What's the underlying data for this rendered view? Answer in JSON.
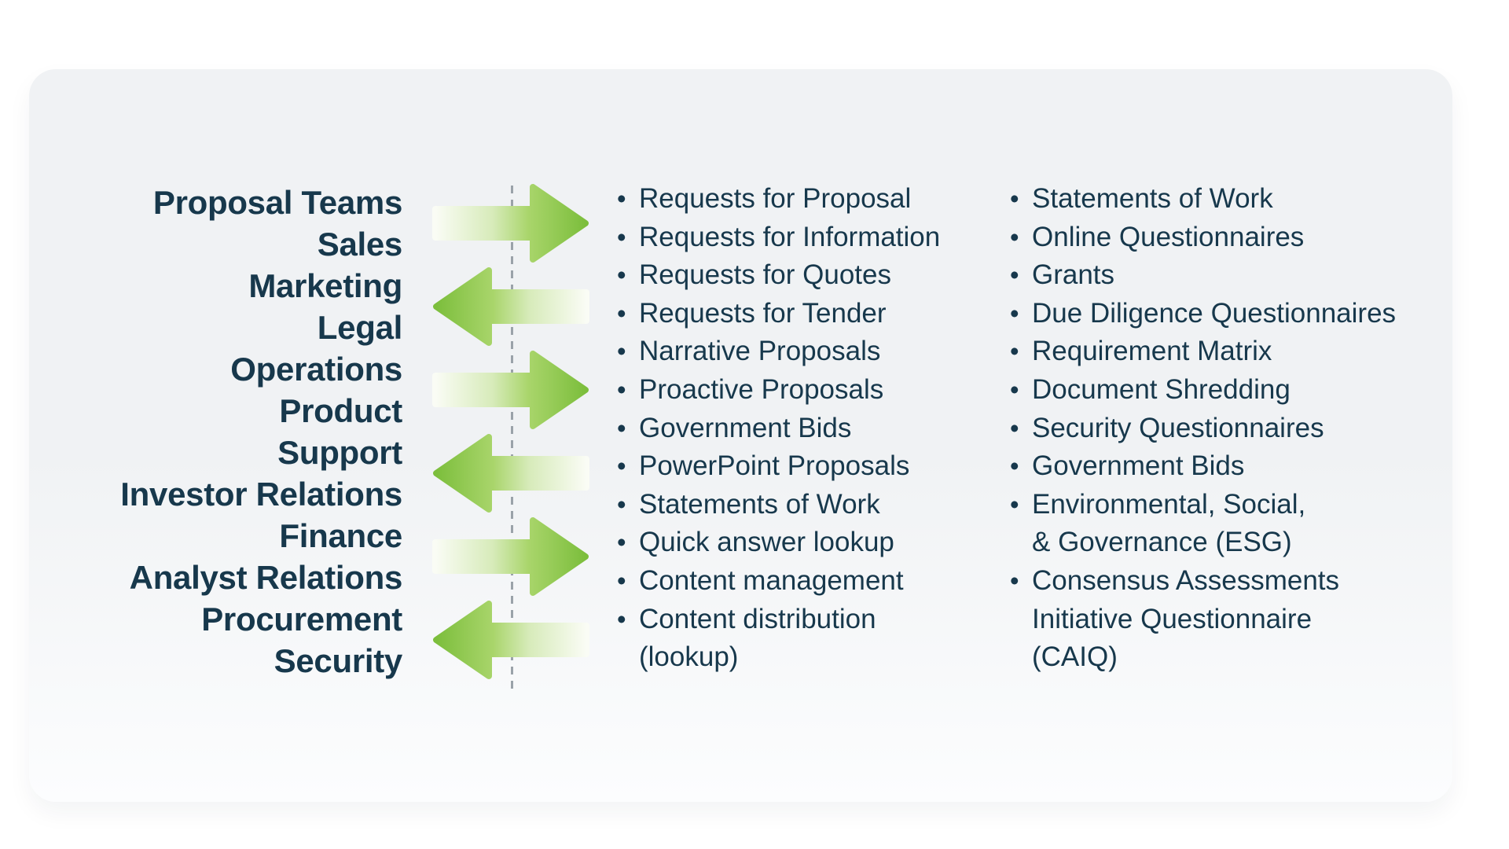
{
  "teams": [
    "Proposal Teams",
    "Sales",
    "Marketing",
    "Legal",
    "Operations",
    "Product",
    "Support",
    "Investor Relations",
    "Finance",
    "Analyst Relations",
    "Procurement",
    "Security"
  ],
  "arrows": [
    "right",
    "left",
    "right",
    "left",
    "right",
    "left"
  ],
  "middle_list": [
    {
      "text": "Requests for Proposal",
      "bullet": true
    },
    {
      "text": "Requests for Information",
      "bullet": true
    },
    {
      "text": "Requests for Quotes",
      "bullet": true
    },
    {
      "text": "Requests for Tender",
      "bullet": true
    },
    {
      "text": "Narrative Proposals",
      "bullet": true
    },
    {
      "text": "Proactive Proposals",
      "bullet": true
    },
    {
      "text": "Government Bids",
      "bullet": true
    },
    {
      "text": "PowerPoint Proposals",
      "bullet": true
    },
    {
      "text": "Statements of Work",
      "bullet": true
    },
    {
      "text": "Quick answer lookup",
      "bullet": true
    },
    {
      "text": "Content management",
      "bullet": true
    },
    {
      "text": "Content distribution",
      "bullet": true
    },
    {
      "text": "(lookup)",
      "bullet": false
    }
  ],
  "right_list": [
    {
      "text": "Statements of Work",
      "bullet": true
    },
    {
      "text": "Online Questionnaires",
      "bullet": true
    },
    {
      "text": "Grants",
      "bullet": true
    },
    {
      "text": "Due Diligence Questionnaires",
      "bullet": true
    },
    {
      "text": "Requirement Matrix",
      "bullet": true
    },
    {
      "text": "Document Shredding",
      "bullet": true
    },
    {
      "text": "Security Questionnaires",
      "bullet": true
    },
    {
      "text": "Government Bids",
      "bullet": true
    },
    {
      "text": "Environmental, Social,",
      "bullet": true
    },
    {
      "text": "& Governance (ESG)",
      "bullet": false
    },
    {
      "text": "Consensus Assessments",
      "bullet": true
    },
    {
      "text": "Initiative Questionnaire",
      "bullet": false
    },
    {
      "text": "(CAIQ)",
      "bullet": false
    }
  ],
  "colors": {
    "page_bg": "#ffffff",
    "card_bg_top": "#f0f2f4",
    "card_bg_bottom": "#fcfdfe",
    "text": "#17384c",
    "dash": "#9aa2a9",
    "green_tip": "#7cbe3c",
    "green_mid": "#a9d56b",
    "green_soft": "#d7ebba",
    "green_fade": "#fafcf5"
  }
}
